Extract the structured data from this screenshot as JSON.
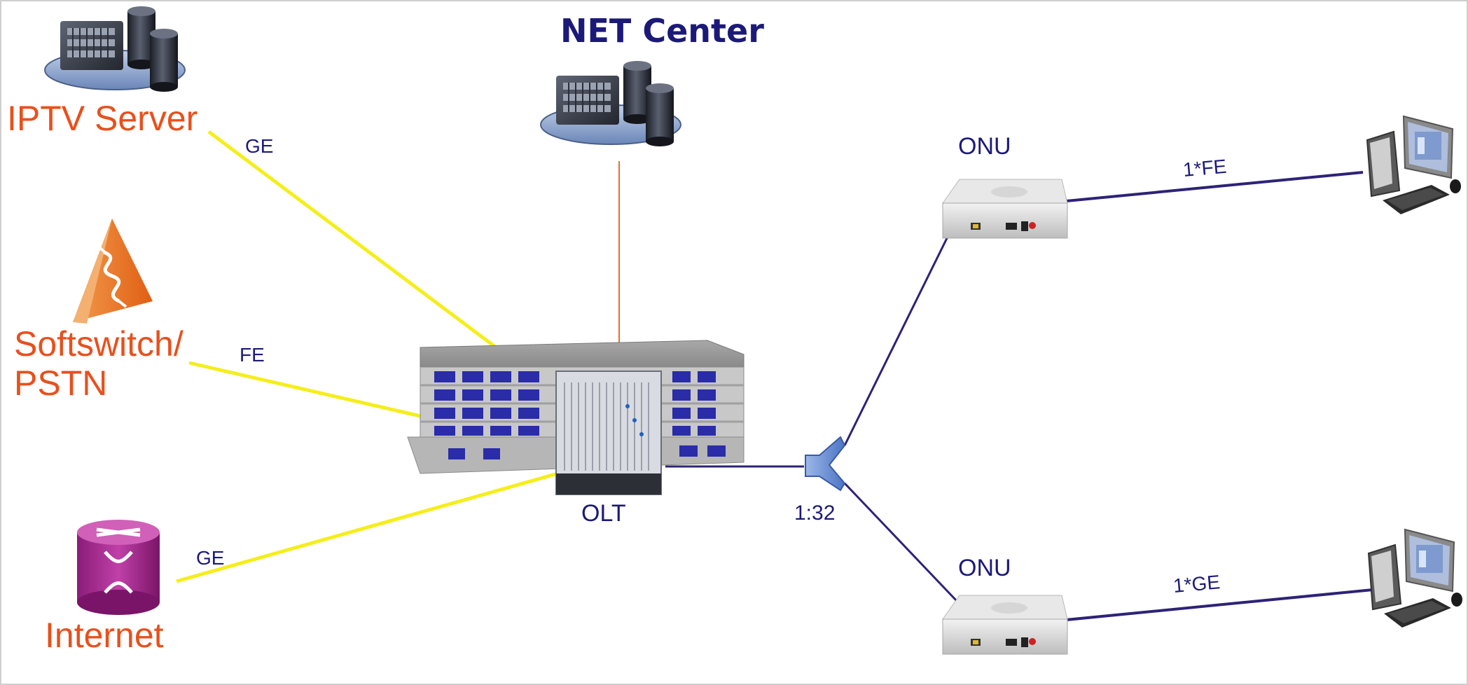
{
  "nodes": {
    "net_center": "NET Center",
    "iptv": "IPTV Server",
    "softswitch_line1": "Softswitch/",
    "softswitch_line2": "PSTN",
    "internet": "Internet",
    "olt": "OLT",
    "splitter": "1:32",
    "onu_top": "ONU",
    "onu_bottom": "ONU"
  },
  "links": {
    "iptv_link": "GE",
    "softswitch_link": "FE",
    "internet_link": "GE",
    "onu_top_pc": "1*FE",
    "onu_bottom_pc": "1*GE"
  },
  "colors": {
    "orange_label": "#e8501c",
    "navy_label": "#1c1a78",
    "yellow_line": "#f5ee1a",
    "fiber_line": "#2e2278",
    "mgmt_line": "#e0702c"
  },
  "icons": {
    "server": "server-cluster-icon",
    "softswitch": "softswitch-pyramid-icon",
    "router": "router-cylinder-icon",
    "building": "central-office-building-icon",
    "olt": "olt-chassis-icon",
    "splitter": "optical-splitter-icon",
    "onu": "onu-modem-icon",
    "pc": "desktop-computer-icon"
  }
}
